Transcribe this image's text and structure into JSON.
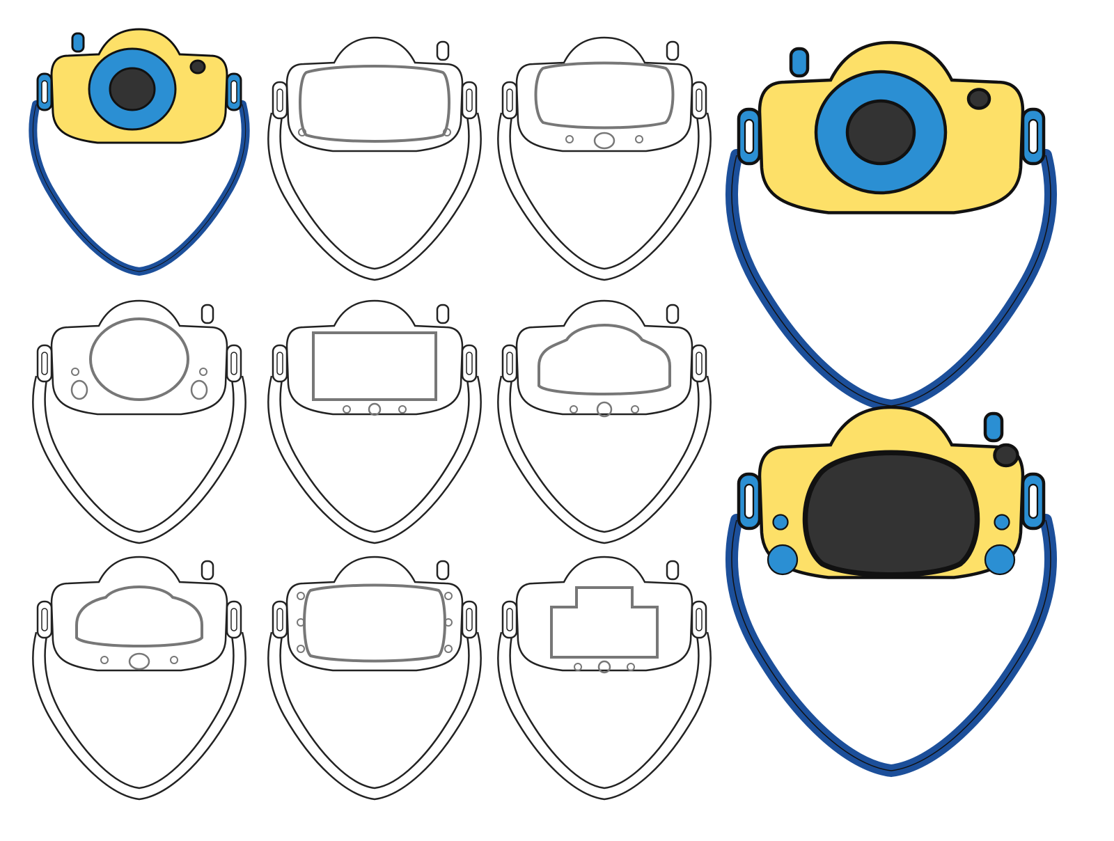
{
  "sheet": {
    "background": "#ffffff",
    "cameras": [
      {
        "style": "color",
        "lens": "round-lens",
        "row": 1,
        "col": 1
      },
      {
        "style": "outline",
        "lens": "wide-rounded-screen",
        "row": 1,
        "col": 2
      },
      {
        "style": "outline",
        "lens": "rounded-screen-with-buttons",
        "row": 1,
        "col": 3
      },
      {
        "style": "outline",
        "lens": "circle-screen-side-buttons",
        "row": 2,
        "col": 1
      },
      {
        "style": "outline",
        "lens": "rectangle-screen",
        "row": 2,
        "col": 2
      },
      {
        "style": "outline",
        "lens": "cloud-screen",
        "row": 2,
        "col": 3
      },
      {
        "style": "outline",
        "lens": "cloud-screen-low",
        "row": 3,
        "col": 1
      },
      {
        "style": "outline",
        "lens": "screen-side-dots",
        "row": 3,
        "col": 2
      },
      {
        "style": "outline",
        "lens": "notched-rectangle-screen",
        "row": 3,
        "col": 3
      },
      {
        "style": "color-large",
        "lens": "round-lens",
        "position": "top-right"
      },
      {
        "style": "color-large",
        "lens": "dark-screen-side-buttons",
        "position": "bottom-right"
      }
    ]
  },
  "colors": {
    "body": "#fde068",
    "lens": "#2b8fd3",
    "dark": "#333333",
    "strap": "#1c4f9a",
    "lug": "#2b8fd3",
    "ink": "#111111",
    "outline": "#222222",
    "screen": "#777777"
  }
}
